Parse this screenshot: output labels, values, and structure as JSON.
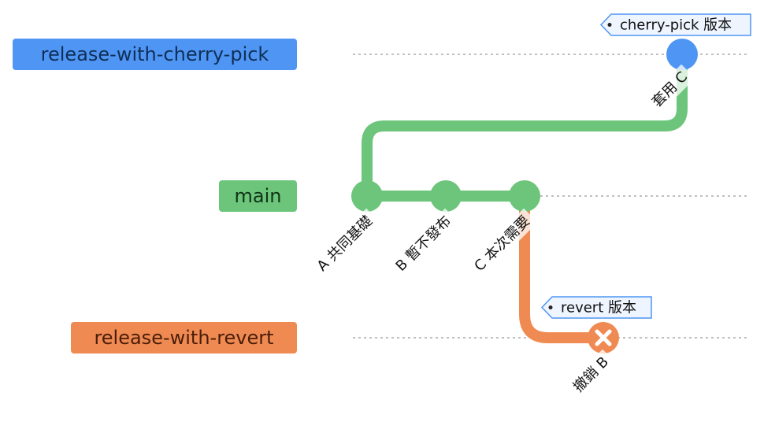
{
  "branches": [
    {
      "id": "release-with-cherry-pick",
      "label": "release-with-cherry-pick",
      "color": "#4f95f4",
      "text_color": "#0f2f57"
    },
    {
      "id": "main",
      "label": "main",
      "color": "#6cc57b",
      "text_color": "#0f3516"
    },
    {
      "id": "release-with-revert",
      "label": "release-with-revert",
      "color": "#ef8a53",
      "text_color": "#4a1d08"
    }
  ],
  "commits": [
    {
      "id": "A",
      "label": "A 共同基礎",
      "branch": "main",
      "type": "normal"
    },
    {
      "id": "B",
      "label": "B 暫不發布",
      "branch": "main",
      "type": "normal"
    },
    {
      "id": "C",
      "label": "C 本次需要",
      "branch": "main",
      "type": "normal"
    },
    {
      "id": "cherry",
      "label": "套用 C",
      "branch": "release-with-cherry-pick",
      "type": "cherry-pick"
    },
    {
      "id": "revert",
      "label": "撤銷 B",
      "branch": "release-with-revert",
      "type": "revert"
    }
  ],
  "tags": [
    {
      "commit": "cherry",
      "text": "cherry-pick 版本"
    },
    {
      "commit": "revert",
      "text": "revert 版本"
    }
  ],
  "colors": {
    "tag_fill": "#eef5ff",
    "tag_stroke": "#4f95f4",
    "grid_line": "#9a9a9a",
    "label_text": "#111111"
  }
}
